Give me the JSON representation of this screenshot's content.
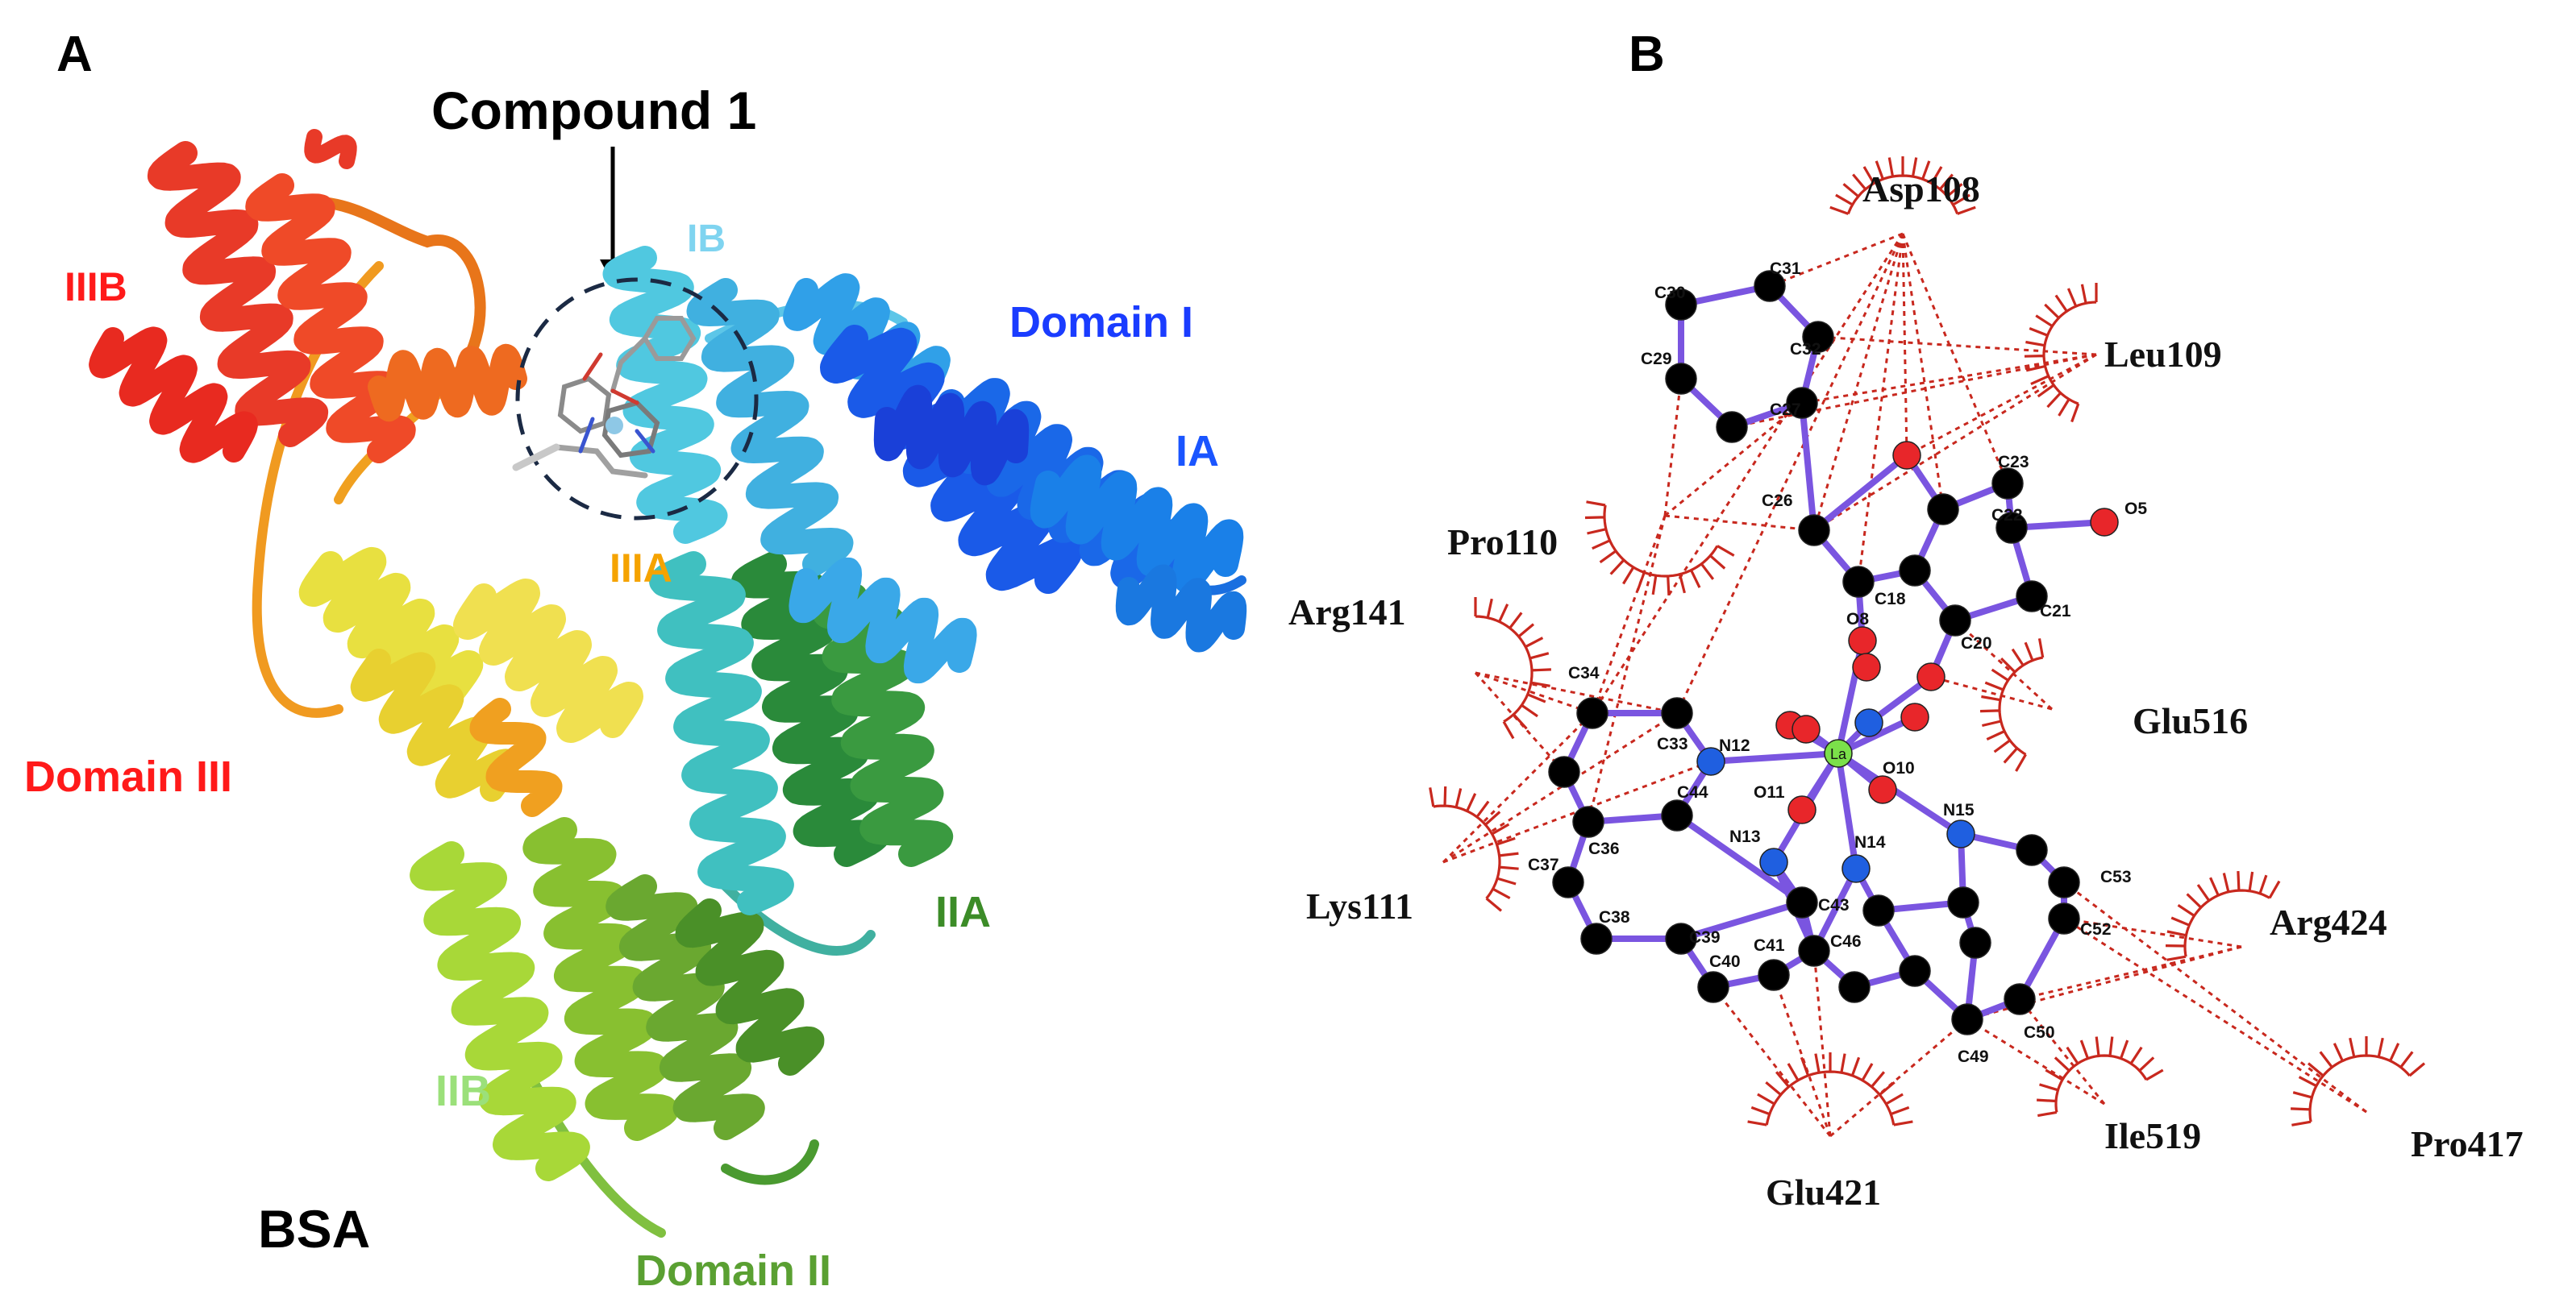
{
  "panel_a": {
    "letter": "A",
    "compound_label": "Compound 1",
    "protein_label": "BSA",
    "domains": [
      {
        "text": "IIIB",
        "color": "#ff1a1a"
      },
      {
        "text": "IB",
        "color": "#7fd4f0"
      },
      {
        "text": "Domain I",
        "color": "#1a3cff"
      },
      {
        "text": "IA",
        "color": "#1a55ff"
      },
      {
        "text": "IIIA",
        "color": "#f5a300"
      },
      {
        "text": "Domain III",
        "color": "#ff1a1a"
      },
      {
        "text": "IIA",
        "color": "#3c8c28"
      },
      {
        "text": "IIB",
        "color": "#9be07a"
      },
      {
        "text": "Domain II",
        "color": "#5aa032"
      }
    ]
  },
  "panel_b": {
    "letter": "B",
    "residues": [
      "Asp108",
      "Leu109",
      "Pro110",
      "Arg141",
      "Glu516",
      "Lys111",
      "Arg424",
      "Pro417",
      "Ile519",
      "Glu421"
    ],
    "metal_label": "La",
    "atom_labels": [
      "C30",
      "C31",
      "C29",
      "C32",
      "C27",
      "C26",
      "C23",
      "C22",
      "O5",
      "C18",
      "C21",
      "C20",
      "O8",
      "C34",
      "C33",
      "N12",
      "O10",
      "O11",
      "N15",
      "C44",
      "C36",
      "N13",
      "N14",
      "C37",
      "C53",
      "C43",
      "C38",
      "C39",
      "C46",
      "C41",
      "C40",
      "C52",
      "C50",
      "C49"
    ],
    "colors": {
      "carbon": "#000000",
      "oxygen": "#e8262a",
      "nitrogen": "#1f5fe0",
      "lanthanum": "#7be04a",
      "bond": "#7a55e0",
      "contact": "#c8281e"
    }
  }
}
